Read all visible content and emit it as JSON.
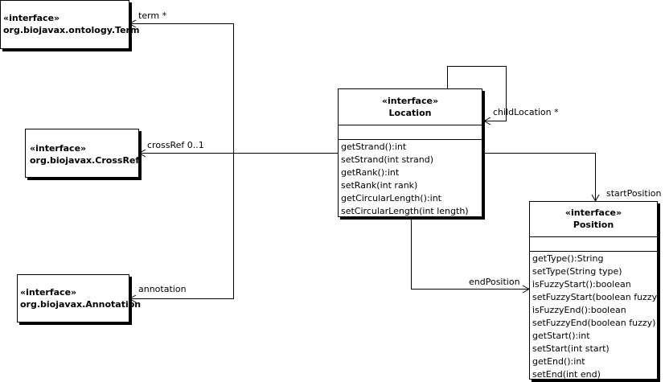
{
  "classes": {
    "term": {
      "stereotype": "«interface»",
      "name": "org.biojavax.ontology.Term"
    },
    "crossref": {
      "stereotype": "«interface»",
      "name": "org.biojavax.CrossRef"
    },
    "annotation": {
      "stereotype": "«interface»",
      "name": "org.biojavax.Annotation"
    },
    "location": {
      "stereotype": "«interface»",
      "name": "Location",
      "operations": [
        "getStrand():int",
        "setStrand(int strand)",
        "getRank():int",
        "setRank(int rank)",
        "getCircularLength():int",
        "setCircularLength(int length)"
      ]
    },
    "position": {
      "stereotype": "«interface»",
      "name": "Position",
      "operations": [
        "getType():String",
        "setType(String type)",
        "isFuzzyStart():boolean",
        "setFuzzyStart(boolean fuzzy)",
        "isFuzzyEnd():boolean",
        "setFuzzyEnd(boolean fuzzy)",
        "getStart():int",
        "setStart(int start)",
        "getEnd():int",
        "setEnd(int end)"
      ]
    }
  },
  "associations": {
    "term": "term *",
    "crossref": "crossRef 0..1",
    "annotation": "annotation",
    "child_location": "childLocation *",
    "start_position": "startPosition",
    "end_position": "endPosition"
  }
}
